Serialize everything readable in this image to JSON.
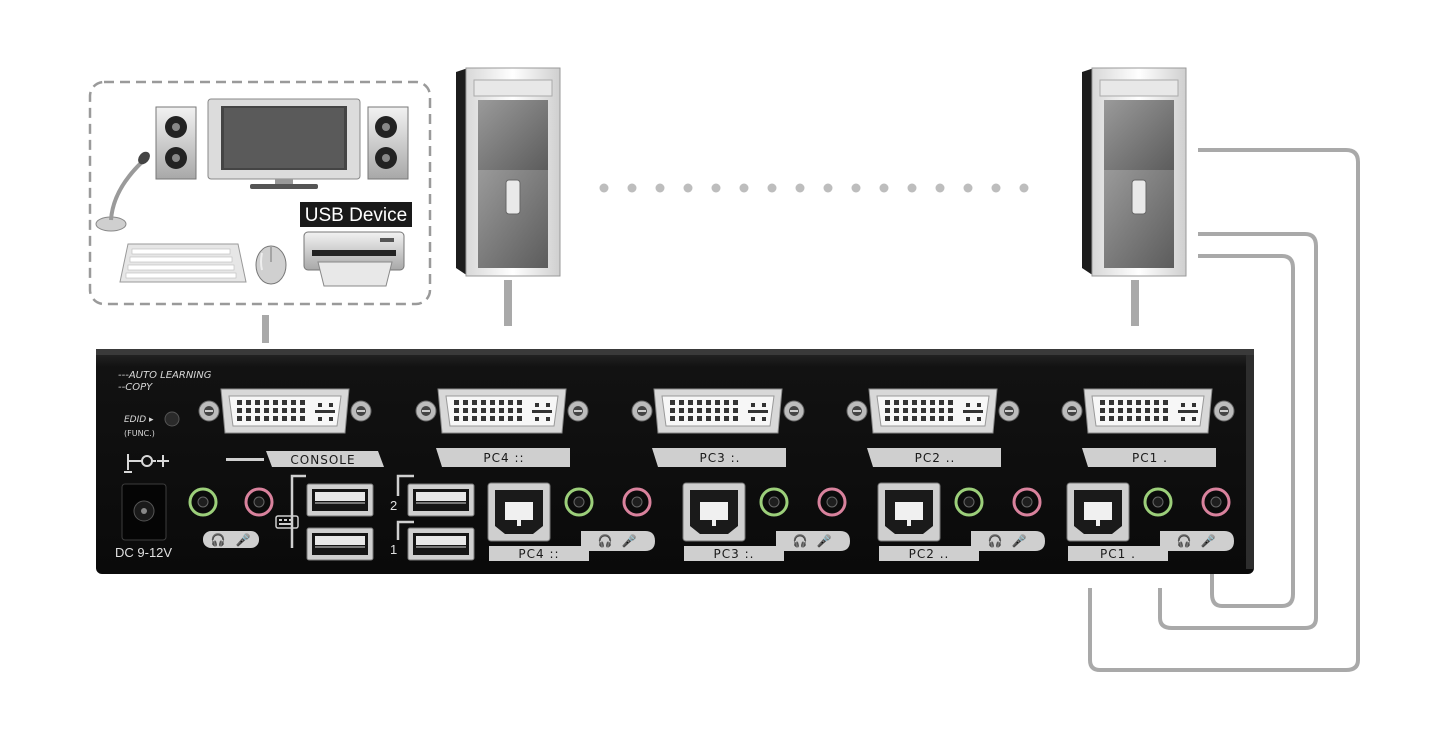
{
  "usb_device_label": "USB Device",
  "panel": {
    "auto_learning": "---AUTO LEARNING",
    "copy": "--COPY",
    "edid": "EDID ▸",
    "func": "(FUNC.)",
    "dc_label": "DC  9-12V",
    "console_label": "CONSOLE",
    "video_ports": [
      {
        "label": "PC4 ::"
      },
      {
        "label": "PC3 :."
      },
      {
        "label": "PC2 .."
      },
      {
        "label": "PC1 ."
      }
    ],
    "usb_ports": [
      {
        "label": "PC4 ::"
      },
      {
        "label": "PC3 :."
      },
      {
        "label": "PC2 .."
      },
      {
        "label": "PC1 ."
      }
    ],
    "usb_hub_numbers": [
      "2",
      "1"
    ]
  },
  "colors": {
    "panel": "#141414",
    "cable": "#a9a9a9",
    "dot": "#bdbdbd",
    "mic_jack": "#d9829d",
    "speaker_jack": "#9ccf7a",
    "dashed_box": "#9a9a9a"
  }
}
